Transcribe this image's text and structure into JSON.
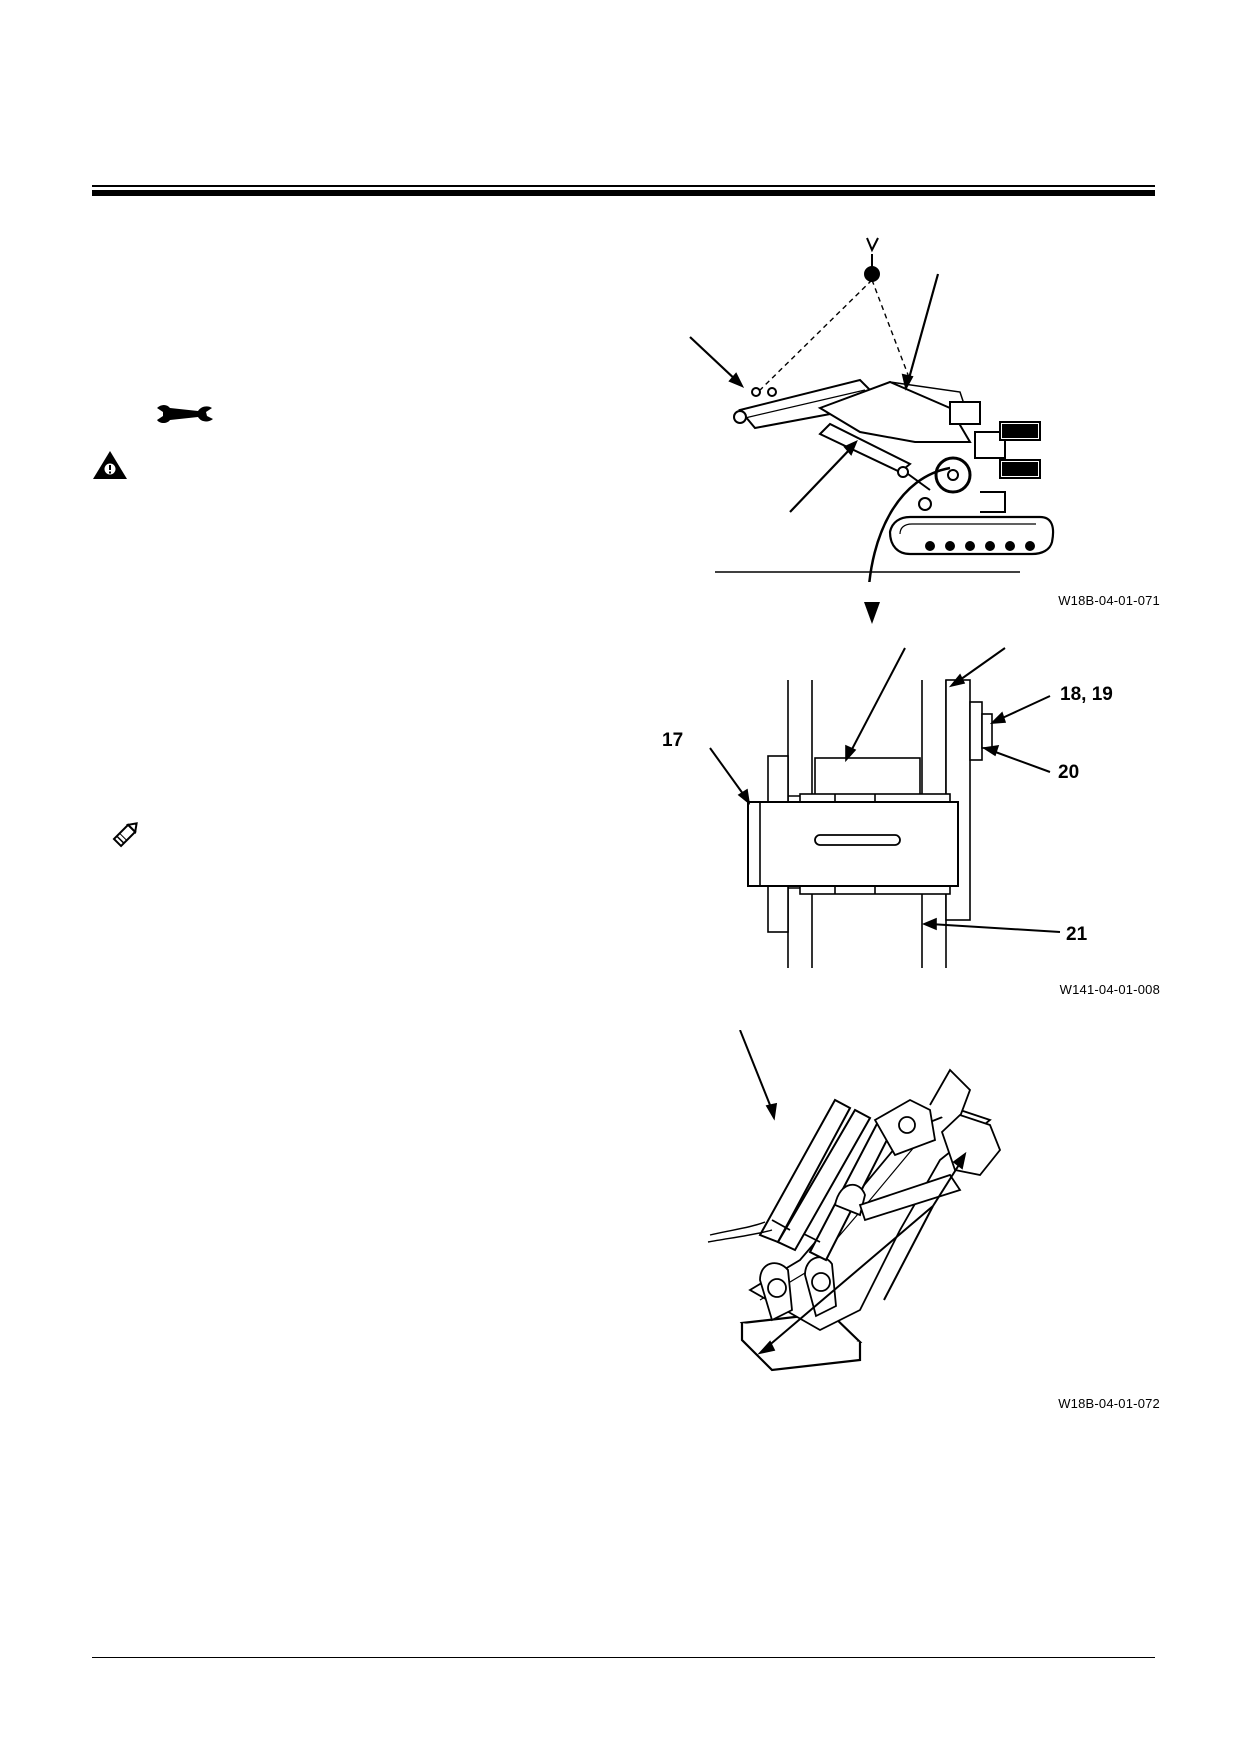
{
  "icons": {
    "wrench": "wrench-icon",
    "warning": "warning-icon",
    "note": "pencil-note-icon"
  },
  "figures": [
    {
      "id": "fig1",
      "code": "W18B-04-01-071",
      "callouts": []
    },
    {
      "id": "fig2",
      "code": "W141-04-01-008",
      "callouts": [
        "17",
        "18, 19",
        "20",
        "21"
      ]
    },
    {
      "id": "fig3",
      "code": "W18B-04-01-072",
      "callouts": []
    }
  ]
}
